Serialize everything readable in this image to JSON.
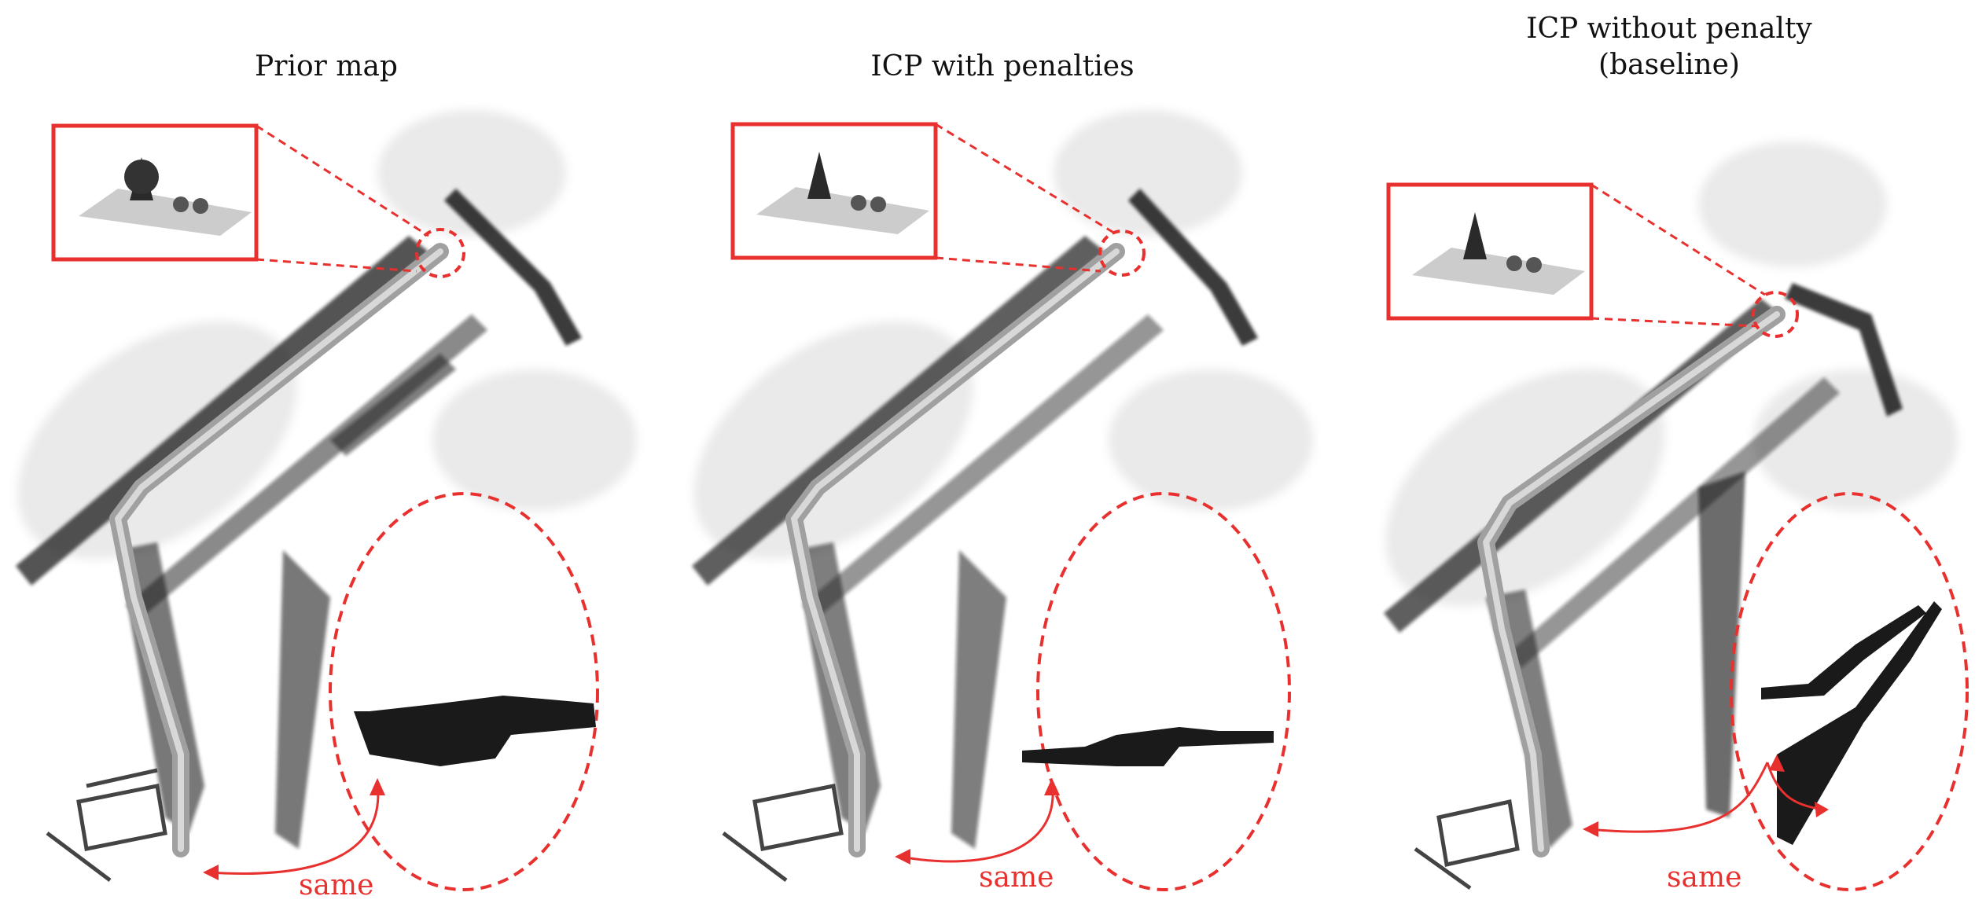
{
  "figure": {
    "panels": [
      {
        "id": "prior",
        "title_lines": [
          "Prior map"
        ],
        "annotation": "same"
      },
      {
        "id": "with-penalties",
        "title_lines": [
          "ICP with penalties"
        ],
        "annotation": "same"
      },
      {
        "id": "baseline",
        "title_lines": [
          "ICP without penalty",
          "(baseline)"
        ],
        "annotation": "same"
      }
    ],
    "colors": {
      "annotation_red": "#e8312f",
      "point_cloud": "#1a1a1a",
      "road": "#9a9a9a"
    },
    "icons": [
      "tree-inset-icon",
      "dashed-circle-marker",
      "curved-arrow"
    ]
  }
}
